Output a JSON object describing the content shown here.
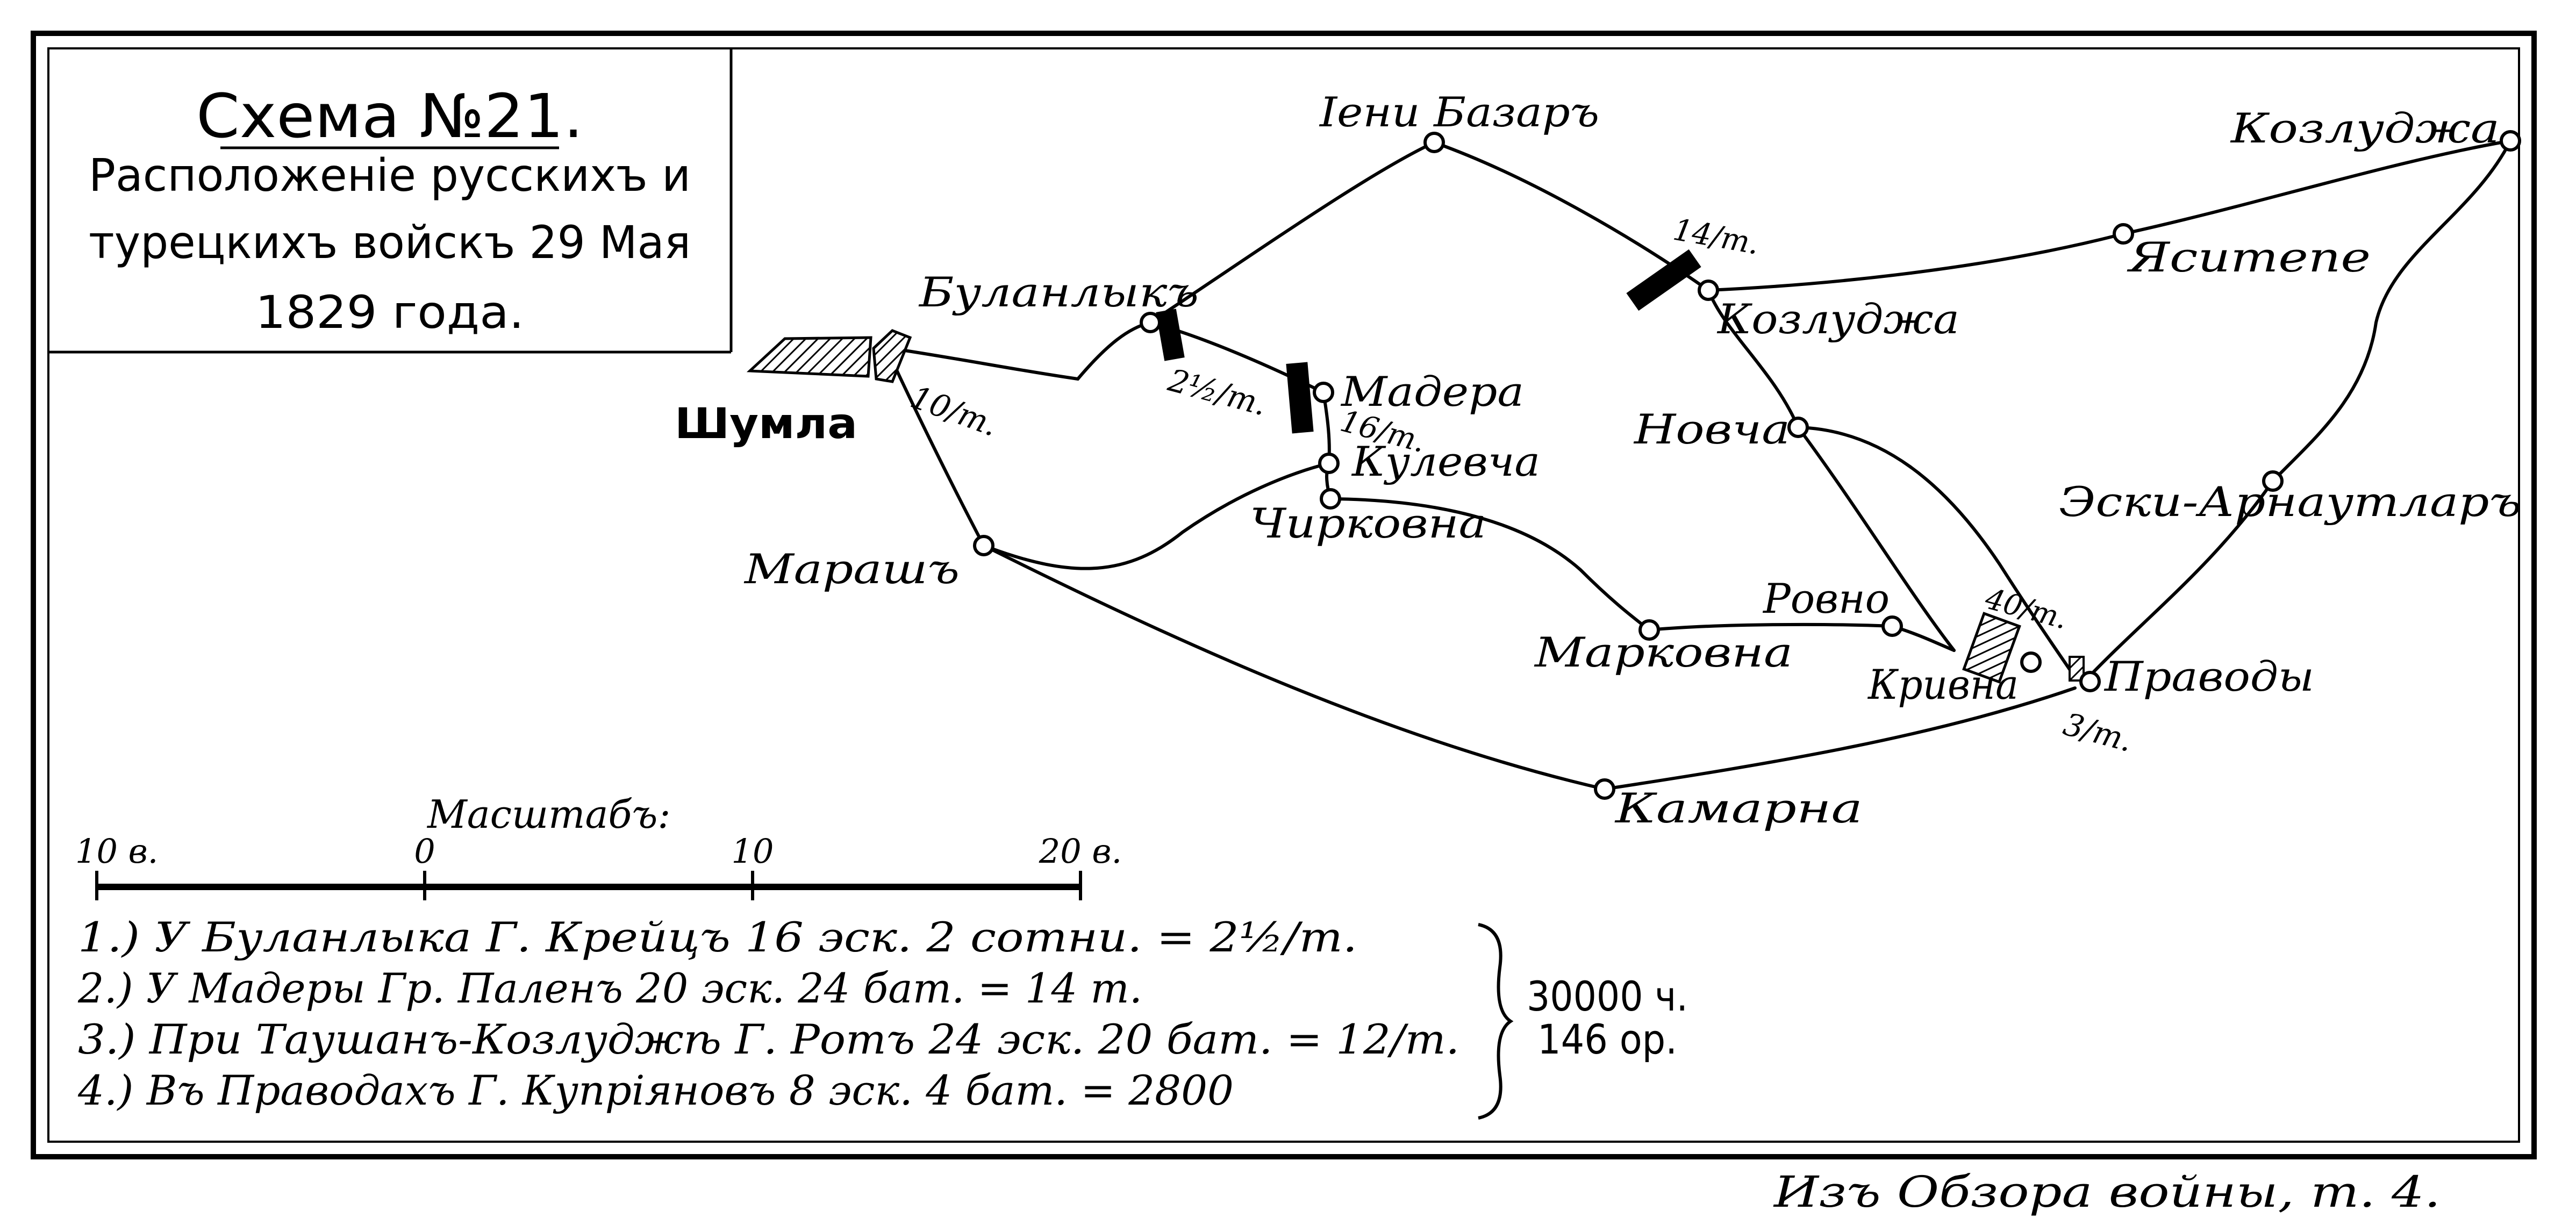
{
  "title_box": {
    "scheme_title": "Схема №21.",
    "line1": "Расположеніе русскихъ и",
    "line2": "турецкихъ войскъ 29 Мая",
    "line3": "1829 года."
  },
  "places": {
    "shumla": "Шумла",
    "bulanlyk": "Буланлыкъ",
    "yeni_bazar": "Іени Базаръ",
    "kozludzha_ne": "Козлуджа",
    "kozludzha": "Козлуджа",
    "yasitepe": "Яситепе",
    "madera": "Мадера",
    "kulevcha": "Кулевча",
    "chirkovna": "Чирковна",
    "novcha": "Новча",
    "eski_arnautlar": "Эски-Арнаутларъ",
    "marash": "Марашъ",
    "rovno": "Ровно",
    "markovna": "Марковна",
    "krivna": "Кривна",
    "pravody": "Праводы",
    "kamarna": "Камарна"
  },
  "troop_labels": {
    "shumla": "10/т.",
    "bulanlyk": "2½/т.",
    "madera": "16/т.",
    "kozludzha": "14/т.",
    "krivna": "40/т.",
    "pravody": "3/т."
  },
  "scale": {
    "title": "Масштабъ:",
    "ticks": [
      {
        "value": -10,
        "label": "10 в."
      },
      {
        "value": 0,
        "label": "0"
      },
      {
        "value": 10,
        "label": "10"
      },
      {
        "value": 20,
        "label": "20 в."
      }
    ]
  },
  "legend": {
    "items": [
      "1.) У Буланлыка Г. Крейцъ 16 эск. 2 сотни. = 2½/т.",
      "2.) У Мадеры Гр. Паленъ 20 эск. 24 бат. = 14 т.",
      "3.) При Таушанъ-Козлуджѣ Г. Ротъ 24 эск. 20 бат. = 12/т.",
      "4.) Въ Праводахъ Г. Купріяновъ 8 эск. 4 бат. = 2800"
    ],
    "total_men": "30000 ч.",
    "total_guns": "146 ор."
  },
  "source_note": "Изъ Обзора войны, т. 4."
}
